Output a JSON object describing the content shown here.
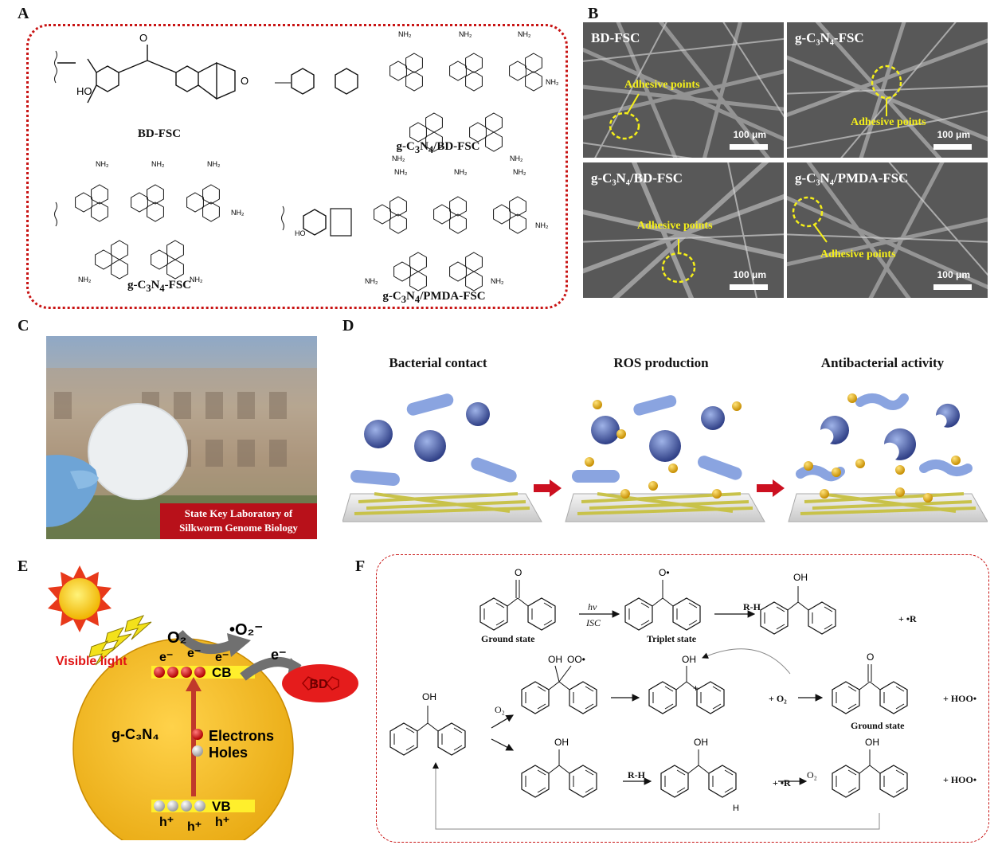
{
  "panels": {
    "a": "A",
    "b": "B",
    "c": "C",
    "d": "D",
    "e": "E",
    "f": "F"
  },
  "panel_a": {
    "names": {
      "bd_fsc": "BD-FSC",
      "gcn_bd_fsc": "g-C",
      "gcn_fsc": "g-C",
      "gcn_pmda_fsc": "g-C"
    },
    "chem": {
      "nh2": "NH₂",
      "n": "N",
      "ho": "HO",
      "o": "O"
    }
  },
  "panel_b": {
    "tiles": [
      {
        "title": "BD-FSC",
        "annotation": "Adhesive points",
        "scale": "100 μm"
      },
      {
        "title": "g-C₃N₄-FSC",
        "annotation": "Adhesive points",
        "scale": "100 μm"
      },
      {
        "title": "g-C₃N₄/BD-FSC",
        "annotation": "Adhesive points",
        "scale": "100 μm"
      },
      {
        "title": "g-C₃N₄/PMDA-FSC",
        "annotation": "Adhesive points",
        "scale": "100 μm"
      }
    ]
  },
  "panel_c": {
    "caption_line1": "State Key Laboratory of",
    "caption_line2": "Silkworm Genome Biology"
  },
  "panel_d": {
    "stages": [
      "Bacterial contact",
      "ROS production",
      "Antibacterial activity"
    ]
  },
  "panel_e": {
    "o2": "O₂",
    "superoxide": "•O₂⁻",
    "e_minus": "e⁻",
    "visible_light": "Visible light",
    "cb": "CB",
    "vb": "VB",
    "bd": "BD",
    "material": "g-C₃N₄",
    "legend_electrons": "Electrons",
    "legend_holes": "Holes",
    "h_plus": "h⁺"
  },
  "panel_f": {
    "hv": "hv",
    "isc": "ISC",
    "rh": "R-H",
    "plus_r": "+ •R",
    "ground_state": "Ground state",
    "triplet_state": "Triplet state",
    "o2": "O₂",
    "plus_superoxide": "+ O₂",
    "plus_hoo": "+ HOO•",
    "oh": "OH",
    "o_dot": "O•",
    "ooh": "OO•",
    "o": "O",
    "h": "H",
    "plus": "+"
  },
  "colors": {
    "dashed_border": "#c81414",
    "sem_annotation": "#f5ef1a",
    "caption_bg": "#b8111a",
    "sphere": "#f2b418",
    "electron": "#e01414",
    "arrow": "#c0392b"
  }
}
